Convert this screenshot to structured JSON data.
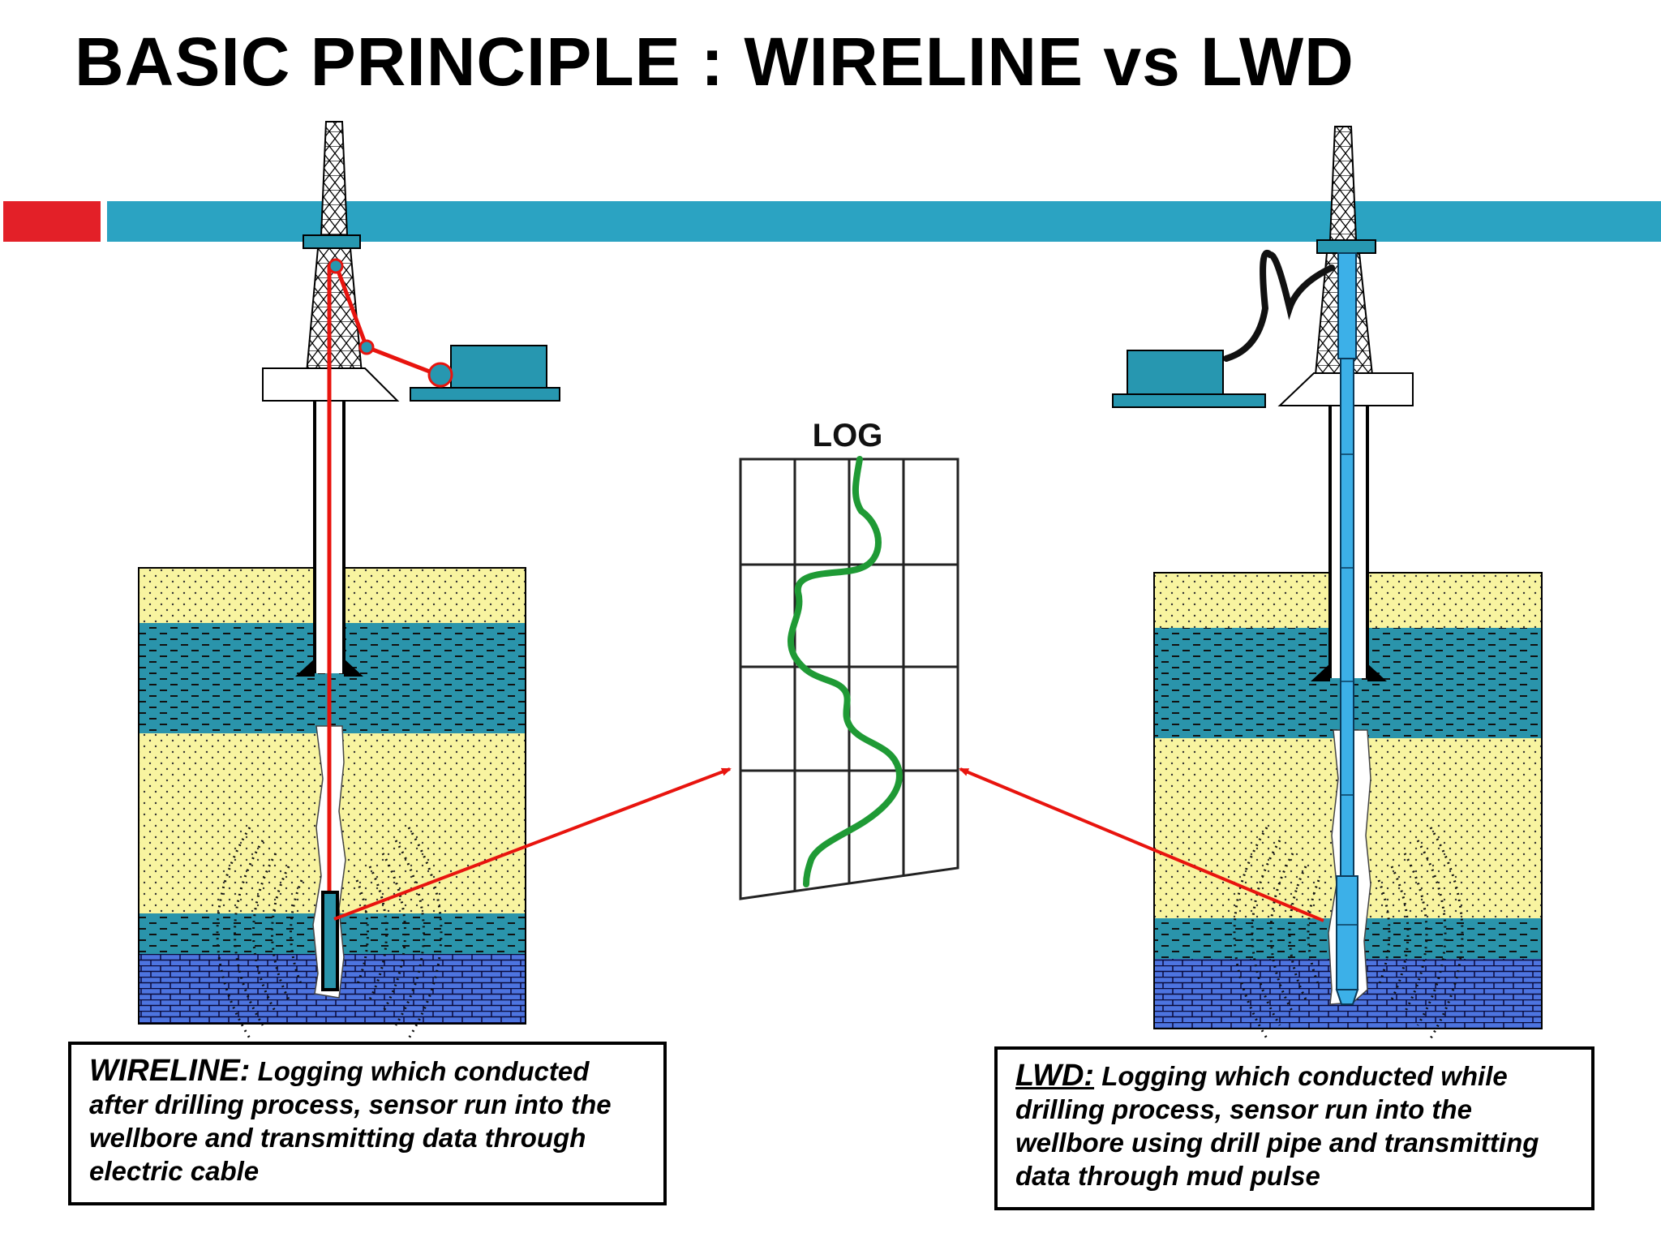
{
  "slide": {
    "title": "BASIC PRINCIPLE : WIRELINE vs LWD"
  },
  "log_panel": {
    "label": "LOG"
  },
  "wireline_caption": {
    "heading": "WIRELINE:",
    "body": "Logging which conducted after drilling process, sensor run into the wellbore and transmitting data through electric cable"
  },
  "lwd_caption": {
    "heading": "LWD:",
    "body": "Logging which conducted while drilling process, sensor run into the wellbore using drill pipe and transmitting data through mud pulse"
  },
  "colors": {
    "header_bar": "#2ba3c2",
    "header_accent": "#e32028",
    "sand": "#f8f4a0",
    "shale": "#2a94ab",
    "limestone": "#4d74e0",
    "equipment": "#2797b0",
    "cable": "#e8140e",
    "log_curve": "#1f9a35",
    "drill_pipe": "#3cb0e8"
  }
}
